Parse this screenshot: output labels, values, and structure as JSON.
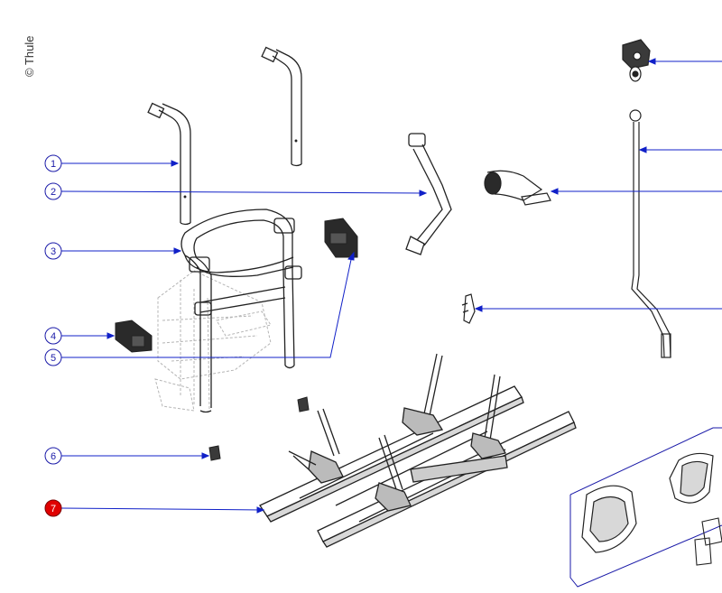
{
  "copyright": "© Thule",
  "callouts": [
    {
      "number": "1",
      "state": "normal",
      "part": "upright-tube-left"
    },
    {
      "number": "2",
      "state": "normal",
      "part": "upright-tube-right"
    },
    {
      "number": "3",
      "state": "normal",
      "part": "loop-frame"
    },
    {
      "number": "4",
      "state": "normal",
      "part": "reflector-pad-left"
    },
    {
      "number": "5",
      "state": "normal",
      "part": "reflector-pad-right"
    },
    {
      "number": "6",
      "state": "normal",
      "part": "knob"
    },
    {
      "number": "7",
      "state": "highlighted",
      "part": "wheel-rails"
    }
  ],
  "colors": {
    "leader_line": "#1020c8",
    "callout_border": "#1a1aa8",
    "callout_text": "#1a1aa8",
    "highlight_fill": "#e00000",
    "drawing_line": "#222222",
    "ghost_line": "#b5b5b5"
  }
}
